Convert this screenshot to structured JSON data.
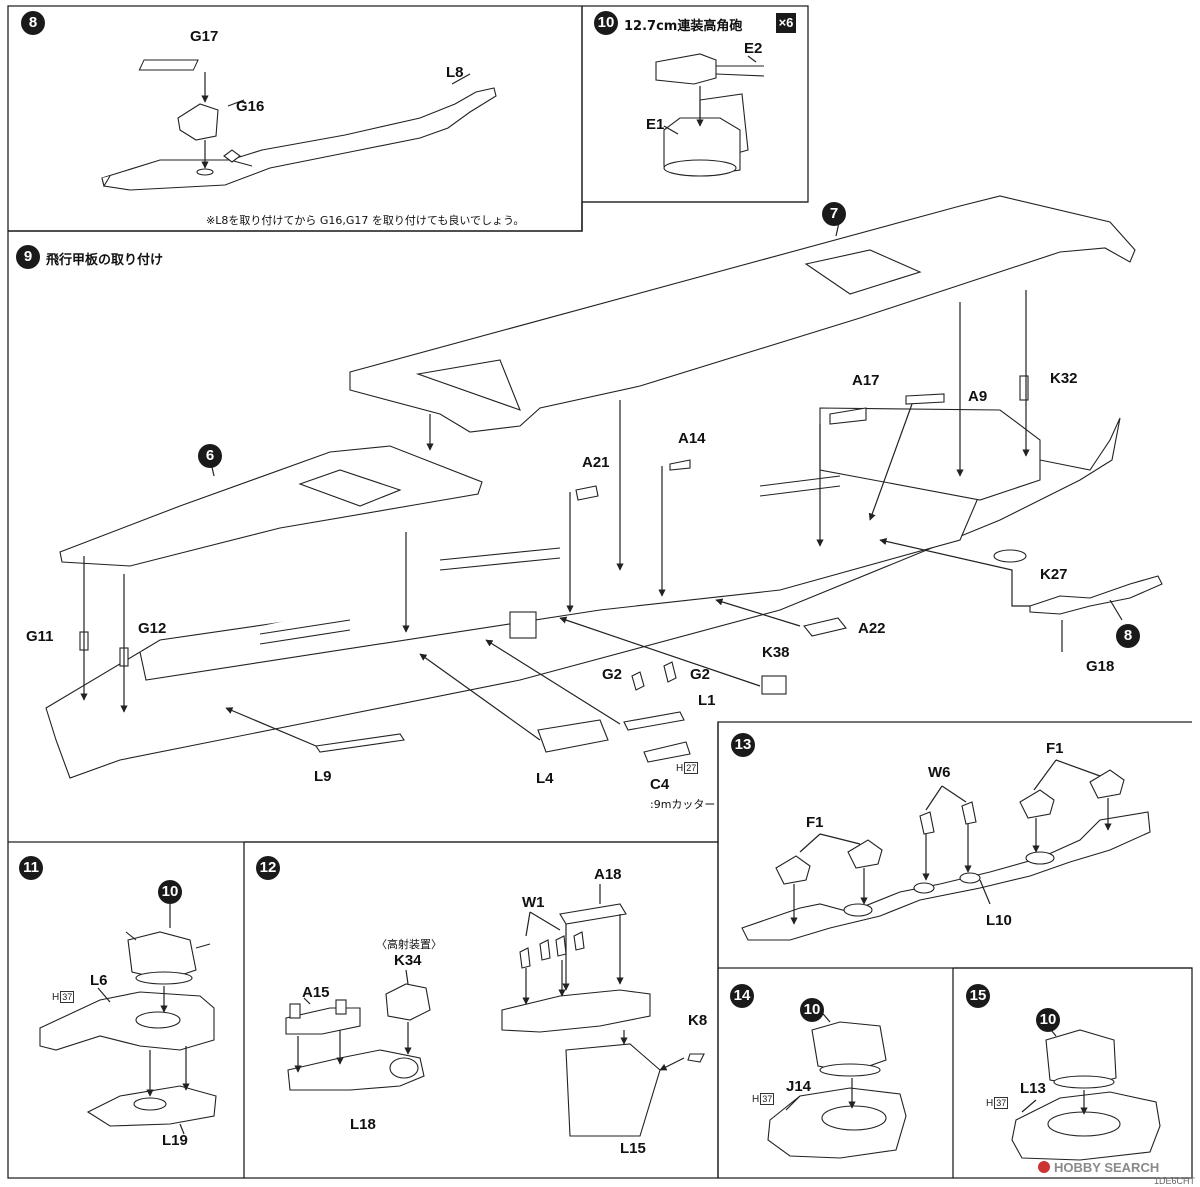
{
  "steps": {
    "s8": {
      "num": "8",
      "note": "※L8を取り付けてから G16,G17 を取り付けても良いでしょう。"
    },
    "s10": {
      "num": "10",
      "title": "12.7cm連装高角砲",
      "qty": "×6"
    },
    "s9": {
      "num": "9",
      "title": "飛行甲板の取り付け"
    },
    "s11": {
      "num": "11"
    },
    "s12": {
      "num": "12",
      "note": "〈高射装置〉"
    },
    "s13": {
      "num": "13"
    },
    "s14": {
      "num": "14"
    },
    "s15": {
      "num": "15"
    }
  },
  "callouts": {
    "c6": "6",
    "c7": "7",
    "c8": "8",
    "c10a": "10",
    "c10b": "10",
    "c10c": "10"
  },
  "parts": {
    "G17": "G17",
    "G16": "G16",
    "L8": "L8",
    "E2": "E2",
    "E1": "E1",
    "A17": "A17",
    "A9": "A9",
    "K32": "K32",
    "A14": "A14",
    "A21": "A21",
    "K27": "K27",
    "A22": "A22",
    "G18": "G18",
    "K38": "K38",
    "G11": "G11",
    "G12": "G12",
    "G2a": "G2",
    "G2b": "G2",
    "L1": "L1",
    "L9": "L9",
    "L4": "L4",
    "C4": "C4",
    "L6": "L6",
    "L19": "L19",
    "A15": "A15",
    "K34": "K34",
    "L18": "L18",
    "W1": "W1",
    "A18": "A18",
    "K8": "K8",
    "L15": "L15",
    "F1a": "F1",
    "F1b": "F1",
    "W6": "W6",
    "L10": "L10",
    "J14": "J14",
    "L13": "L13"
  },
  "notes": {
    "cutter": ":9mカッター",
    "h27": "27",
    "h37a": "37",
    "h37b": "37",
    "h37c": "37",
    "hLetter": "H"
  },
  "watermark": "HOBBY SEARCH",
  "footer_code": "1DE6CHT"
}
